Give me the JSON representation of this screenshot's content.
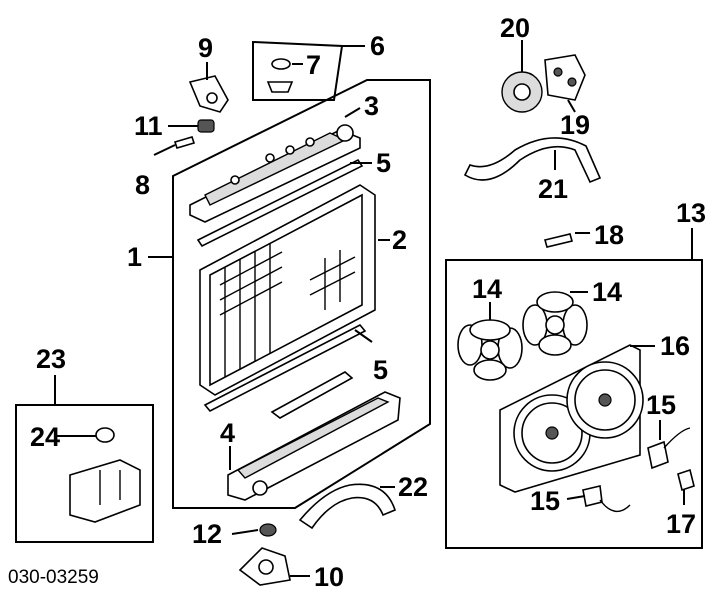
{
  "diagram": {
    "reference_code": "030-03259",
    "callouts": {
      "c1": "1",
      "c2": "2",
      "c3": "3",
      "c4": "4",
      "c5a": "5",
      "c5b": "5",
      "c6": "6",
      "c7": "7",
      "c8": "8",
      "c9": "9",
      "c10": "10",
      "c11": "11",
      "c12": "12",
      "c13": "13",
      "c14a": "14",
      "c14b": "14",
      "c15a": "15",
      "c15b": "15",
      "c16": "16",
      "c17": "17",
      "c18": "18",
      "c19": "19",
      "c20": "20",
      "c21": "21",
      "c22": "22",
      "c23": "23",
      "c24": "24"
    }
  }
}
